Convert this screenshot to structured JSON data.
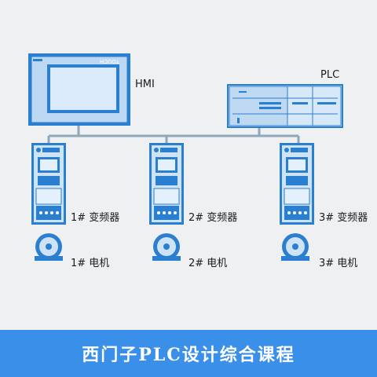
{
  "hmi": {
    "label": "HMI",
    "brand": "TOUCH"
  },
  "plc": {
    "label": "PLC"
  },
  "drives": [
    {
      "inverter_label": "1# 变频器",
      "motor_label": "1# 电机"
    },
    {
      "inverter_label": "2# 变频器",
      "motor_label": "2# 电机"
    },
    {
      "inverter_label": "3# 变频器",
      "motor_label": "3# 电机"
    }
  ],
  "footer": {
    "title": "西门子PLC设计综合课程"
  },
  "colors": {
    "background": "#eef0f2",
    "device_blue": "#2b7fd0",
    "device_light": "#cfe3f6",
    "bus_line": "#8fa7b8",
    "footer_bg": "#3a8fe8"
  }
}
